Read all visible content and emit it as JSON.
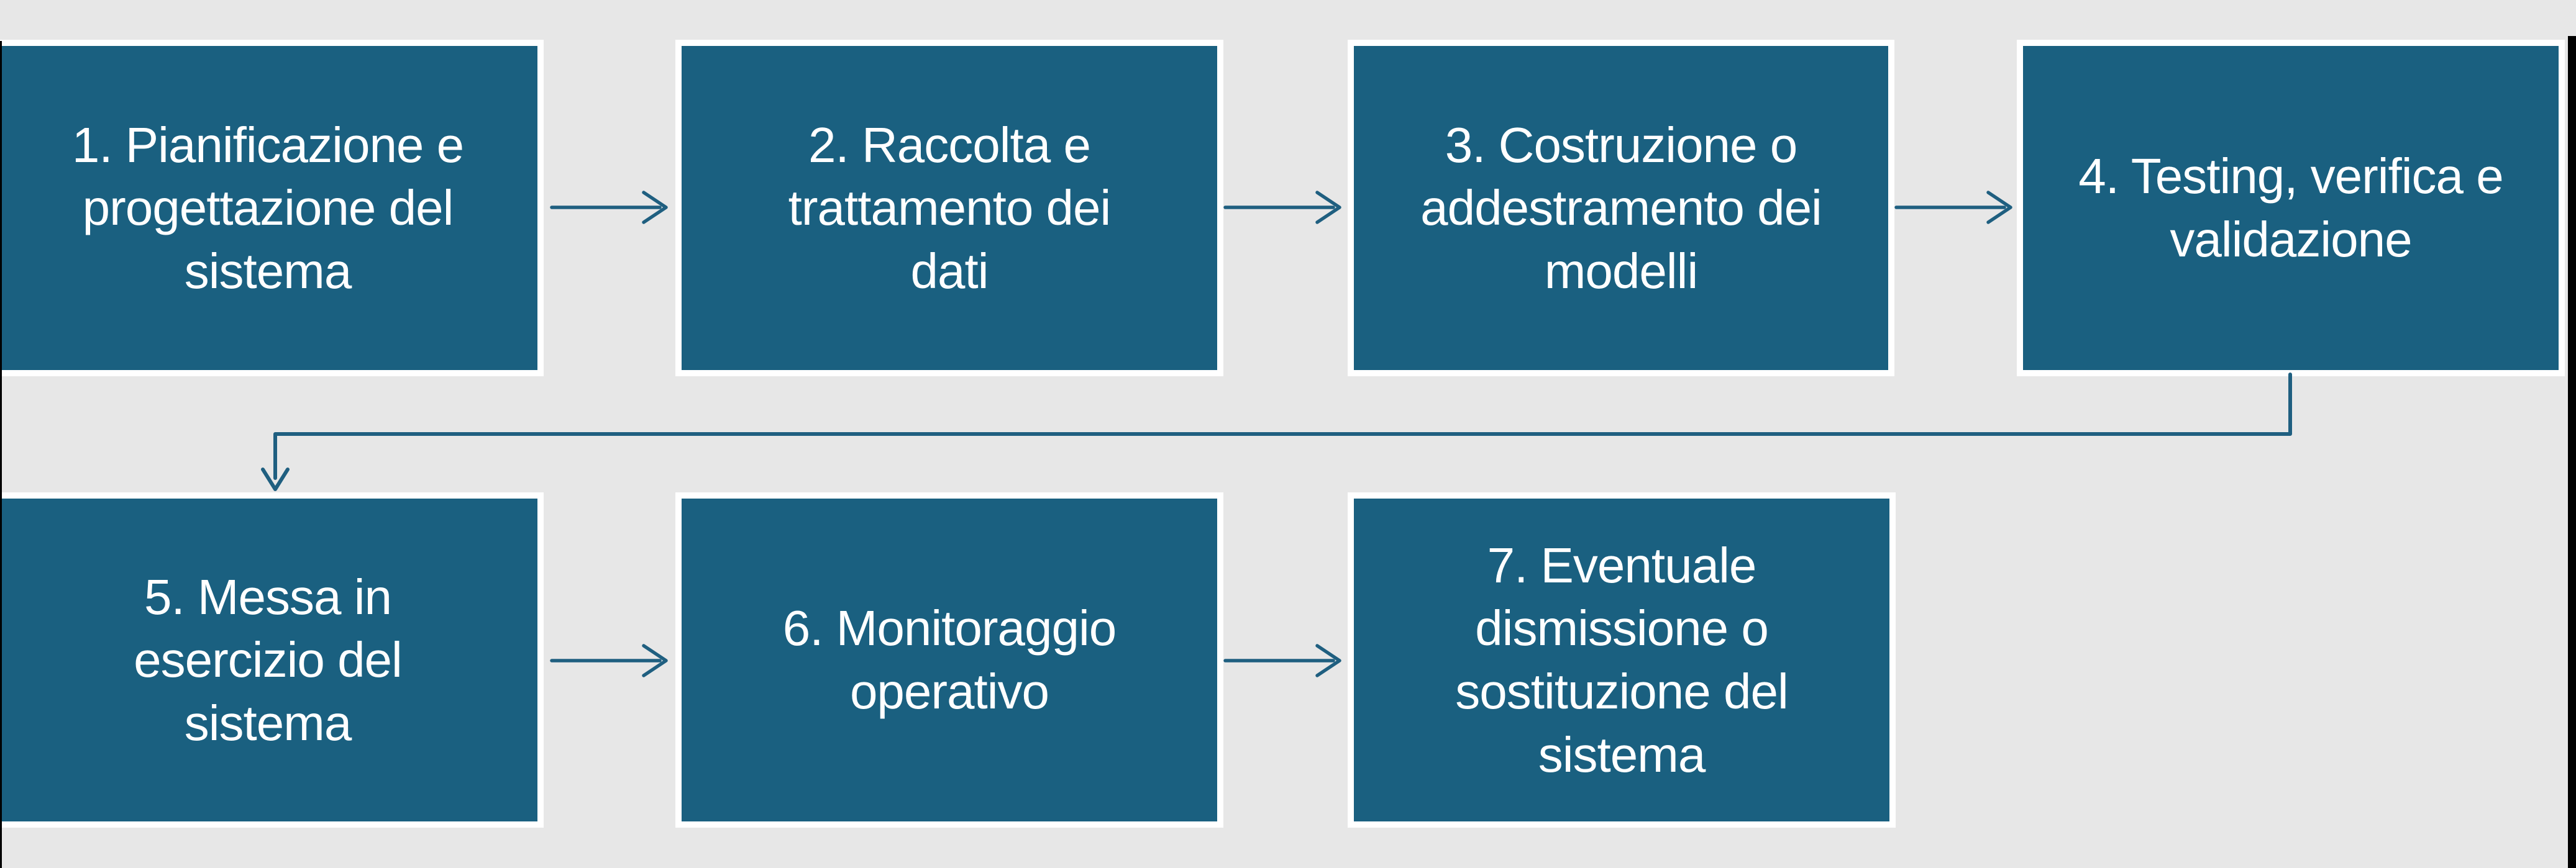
{
  "diagram": {
    "type": "flowchart",
    "language": "it",
    "boxes": [
      {
        "id": 1,
        "label": "1. Pianificazione e\nprogettazione del\nsistema"
      },
      {
        "id": 2,
        "label": "2. Raccolta e\ntrattamento dei\ndati"
      },
      {
        "id": 3,
        "label": "3. Costruzione o\naddestramento dei\nmodelli"
      },
      {
        "id": 4,
        "label": "4. Testing, verifica e\nvalidazione"
      },
      {
        "id": 5,
        "label": "5. Messa in\nesercizio del\nsistema"
      },
      {
        "id": 6,
        "label": "6. Monitoraggio\noperativo"
      },
      {
        "id": 7,
        "label": "7. Eventuale\ndismissione o\nsostituzione del\nsistema"
      }
    ],
    "connectors": [
      {
        "from": 1,
        "to": 2,
        "style": "straight-right-open-arrow"
      },
      {
        "from": 2,
        "to": 3,
        "style": "straight-right-open-arrow"
      },
      {
        "from": 3,
        "to": 4,
        "style": "straight-right-open-arrow"
      },
      {
        "from": 4,
        "to": 5,
        "style": "elbow-down-left-down-open-arrow"
      },
      {
        "from": 5,
        "to": 6,
        "style": "straight-right-open-arrow"
      },
      {
        "from": 6,
        "to": 7,
        "style": "straight-right-open-arrow"
      }
    ]
  },
  "colors": {
    "background": "#E7E7E7",
    "box_fill": "#1A6080",
    "box_border": "#FFFFFF",
    "arrow": "#1F5F80",
    "text": "#FFFFFF",
    "edge_line": "#000000"
  }
}
